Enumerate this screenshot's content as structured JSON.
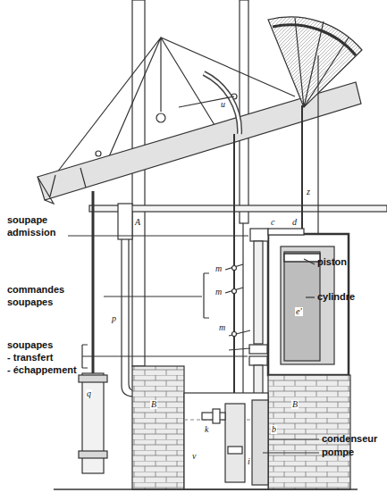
{
  "diagram": {
    "labels": [
      "soupape admission",
      "commandes soupapes",
      "soupapes - transfert - échappement",
      "piston",
      "cylindre",
      "condenseur",
      "pompe",
      "u",
      "z",
      "A",
      "p",
      "q",
      "B",
      "B",
      "c",
      "d",
      "m",
      "m",
      "m",
      "k",
      "v",
      "i",
      "b",
      "e'"
    ]
  }
}
